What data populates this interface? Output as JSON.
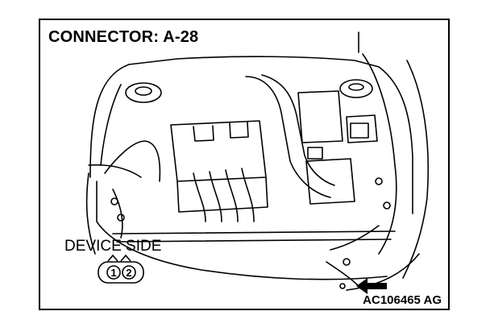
{
  "diagram": {
    "title": "CONNECTOR: A-28",
    "device_label": "DEVICE SIDE",
    "connector_pins": [
      "1",
      "2"
    ],
    "figure_code": "AC106465 AG",
    "icons": [
      "engine-bay-illustration",
      "connector-symbol",
      "pointer-arrow"
    ]
  }
}
